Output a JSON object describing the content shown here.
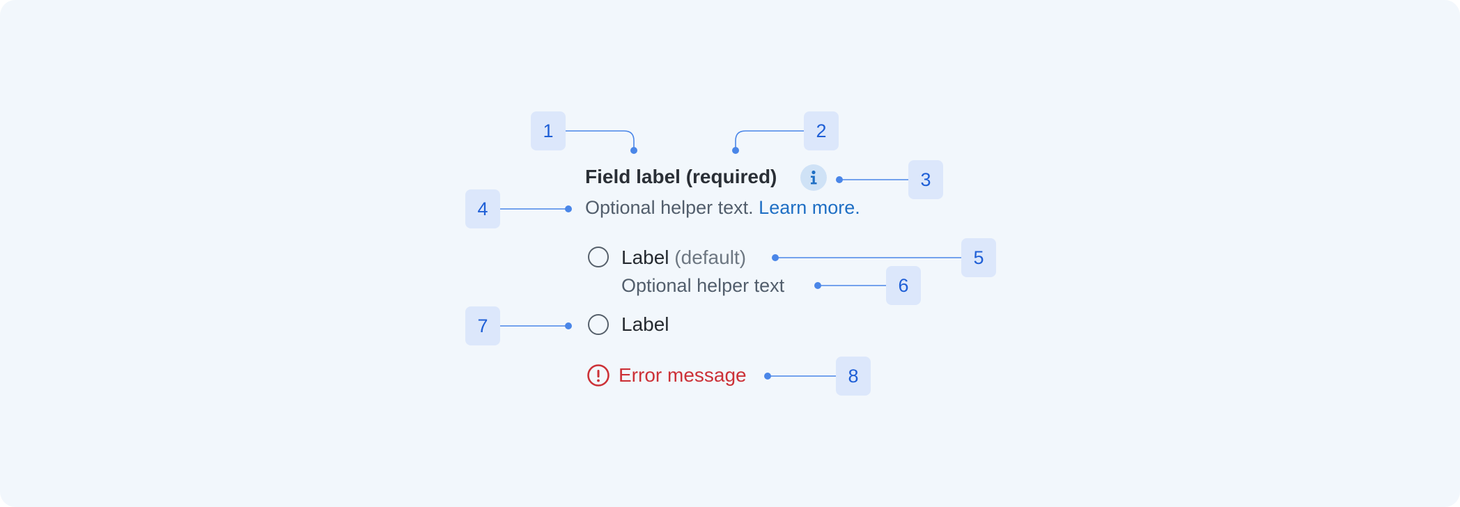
{
  "field": {
    "label": "Field label (required)",
    "helper_text": "Optional helper text.",
    "helper_link": "Learn more.",
    "info_icon": "info-icon"
  },
  "options": [
    {
      "label": "Label",
      "suffix": "(default)",
      "helper": "Optional helper text"
    },
    {
      "label": "Label"
    }
  ],
  "error": {
    "message": "Error message",
    "icon": "error-icon"
  },
  "markers": [
    "1",
    "2",
    "3",
    "4",
    "5",
    "6",
    "7",
    "8"
  ],
  "colors": {
    "accent": "#4a86e8",
    "marker_bg": "#dce7fb",
    "marker_text": "#1f5fd6",
    "link": "#1f6fc4",
    "error": "#cc3137",
    "background": "#f2f7fc"
  }
}
